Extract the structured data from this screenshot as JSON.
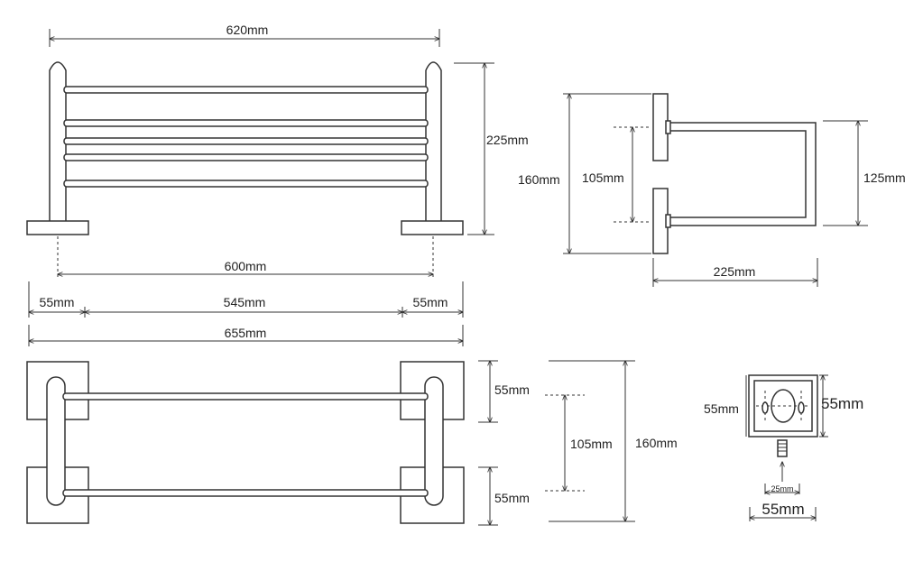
{
  "colors": {
    "stroke": "#333333",
    "text": "#222222",
    "background": "#ffffff"
  },
  "front_view": {
    "overall_top": "620mm",
    "height": "225mm",
    "center_span": "600mm",
    "left_base": "55mm",
    "middle_span": "545mm",
    "right_base": "55mm",
    "overall_bottom": "655mm"
  },
  "side_view": {
    "total_height": "160mm",
    "inner_height": "105mm",
    "rail_height": "125mm",
    "depth": "225mm"
  },
  "top_view": {
    "plate_upper": "55mm",
    "gap": "105mm",
    "total": "160mm",
    "plate_lower": "55mm"
  },
  "mount_detail": {
    "height_left": "55mm",
    "height_right": "55mm",
    "screw_spacing": "25mm",
    "width": "55mm"
  }
}
